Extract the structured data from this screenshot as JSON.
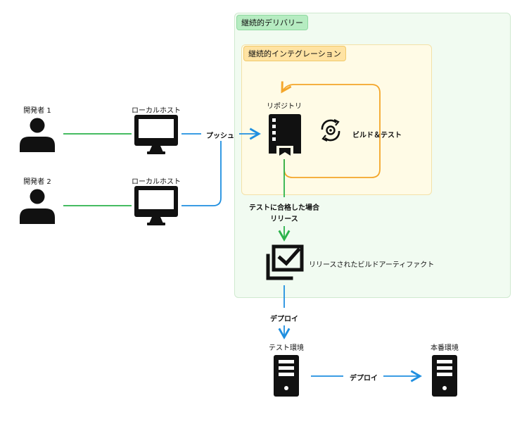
{
  "containers": {
    "cd_label": "継続的デリバリー",
    "ci_label": "継続的インテグレーション"
  },
  "actors": [
    {
      "label": "開発者 1"
    },
    {
      "label": "開発者 2"
    }
  ],
  "localhosts": [
    {
      "label": "ローカルホスト"
    },
    {
      "label": "ローカルホスト"
    }
  ],
  "edges": {
    "push": "プッシュ",
    "condition_line1": "テストに合格した場合",
    "condition_line2": "リリース",
    "deploy1": "デプロイ",
    "deploy2": "デプロイ"
  },
  "nodes": {
    "repository": "リポジトリ",
    "build_test": "ビルド＆テスト",
    "artifact": "リリースされたビルドアーティファクト",
    "test_env": "テスト環境",
    "prod_env": "本番環境"
  },
  "colors": {
    "cd_fill": "#f1fbf1",
    "cd_stroke": "#cfe9cf",
    "cd_tag": "#b6ecc1",
    "ci_fill": "#fffbe6",
    "ci_stroke": "#f3e1a8",
    "ci_tag": "#ffe3a3",
    "green": "#2bb34b",
    "blue": "#1f8fe0",
    "orange": "#f4a62a",
    "icon": "#111111"
  },
  "icons": [
    "person-icon",
    "monitor-icon",
    "repository-icon",
    "sync-gear-icon",
    "artifact-check-icon",
    "server-icon"
  ]
}
